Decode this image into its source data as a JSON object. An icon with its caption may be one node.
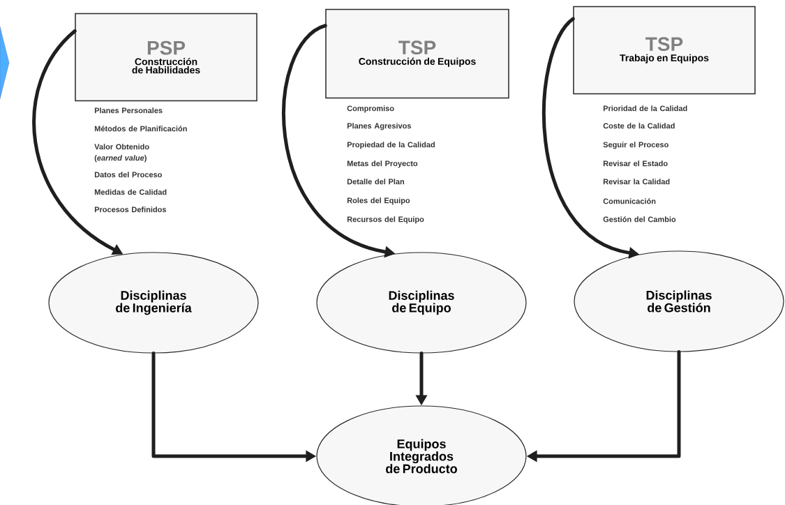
{
  "diagram": {
    "nodes": [
      {
        "text": [
          "PSP",
          "Construcción de Habilidades"
        ],
        "beside": [
          "Planes Personales",
          "Métodos de Planificación",
          "Valor Obtenido (*earned value*)",
          "Datos del Proceso",
          "Medidas de Calidad",
          "Procesos Definidos"
        ]
      },
      {
        "text": [
          "TSP",
          "Construcción de Equipos"
        ],
        "beside": [
          "Compromiso",
          "Planes Agresivos",
          "Propiedad de la Calidad",
          "Metas del Proyecto",
          "Detalle del Plan",
          "Roles del Equipo",
          "Recursos del Equipo"
        ]
      },
      {
        "text": [
          "TSP",
          "Trabajo en Equipos"
        ],
        "beside": [
          "Prioridad de la Calidad",
          "Coste de la Calidad",
          "Seguir el Proceso",
          "Revisar el Estado",
          "Revisar la Calidad",
          "Comunicación",
          "Gestión del Cambio"
        ]
      },
      {
        "text": [
          "Disciplinas de Ingeniería"
        ]
      },
      {
        "text": [
          "Disciplinas de Equipo"
        ]
      },
      {
        "text": [
          "Disciplinas de Gestión"
        ]
      },
      {
        "text": [
          "Equipos Integrados de Producto"
        ]
      }
    ],
    "edges": [
      {
        "from": 0,
        "to": 3,
        "arrow": "to"
      },
      {
        "from": 1,
        "to": 4,
        "arrow": "to"
      },
      {
        "from": 2,
        "to": 5,
        "arrow": "to"
      },
      {
        "from": 3,
        "to": 6,
        "arrow": "to"
      },
      {
        "from": 4,
        "to": 6,
        "arrow": "to"
      },
      {
        "from": 5,
        "to": 6,
        "arrow": "to"
      }
    ]
  }
}
